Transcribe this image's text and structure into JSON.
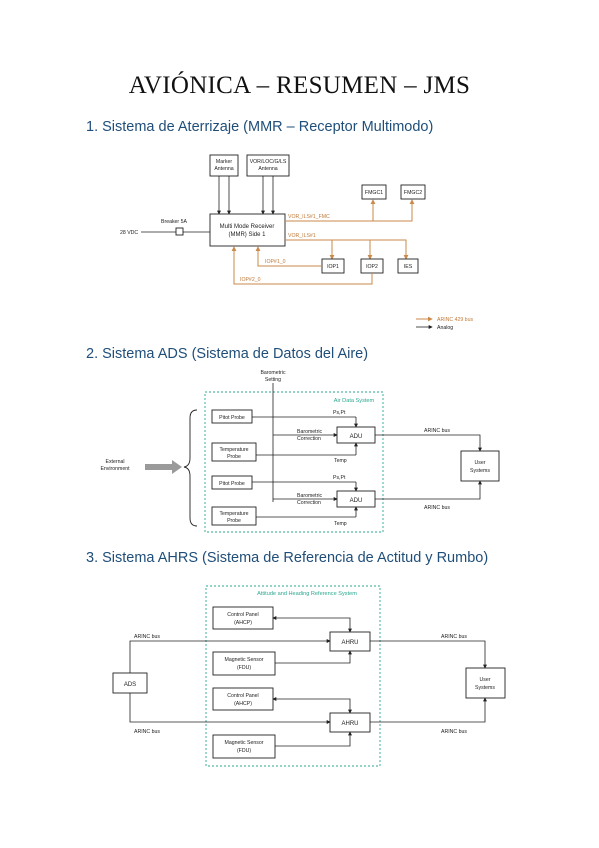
{
  "document": {
    "title": "AVIÓNICA – RESUMEN – JMS"
  },
  "sections": [
    {
      "heading": "1. Sistema de Aterrizaje (MMR – Receptor Multimodo)"
    },
    {
      "heading": "2. Sistema ADS (Sistema de Datos del Aire)"
    },
    {
      "heading": "3. Sistema AHRS (Sistema de Referencia de Actitud y Rumbo)"
    }
  ],
  "mmr": {
    "marker_antenna": [
      "Marker",
      "Antenna"
    ],
    "vor_antenna": [
      "VOR/LOC/G/LS",
      "Antenna"
    ],
    "breaker": "Breaker 5A",
    "power": "28 VDC",
    "mmr_box": [
      "Multi Mode Receiver",
      "(MMR) Side 1"
    ],
    "fmgc1": "FMGC1",
    "fmgc2": "FMGC2",
    "iop1": "IOP1",
    "iop2": "IOP2",
    "ies": "IES",
    "bus_fmc": "VOR_ILS#1_FMC",
    "bus_ils": "VOR_ILS#1",
    "bus_iop_a": "IOP#1_0",
    "bus_iop_b": "IOP#2_0",
    "legend_arinc": "ARINC 429 bus",
    "legend_analog": "Analog"
  },
  "ads": {
    "barometric_setting": [
      "Barometric",
      "Setting"
    ],
    "system_label": "Air Data System",
    "external_env": [
      "External",
      "Environment"
    ],
    "pitot_probe": "Pitot Probe",
    "temp_probe": [
      "Temperature",
      "Probe"
    ],
    "adu": "ADU",
    "user_systems": [
      "User",
      "Systems"
    ],
    "ps_pt": "Ps,Pt",
    "baro_corr": [
      "Barometric",
      "Correction"
    ],
    "temp": "Temp",
    "arinc_bus": "ARINC bus"
  },
  "ahrs": {
    "system_label": "Attitude and Heading Reference System",
    "control_panel": [
      "Control Panel",
      "(AHCP)"
    ],
    "magnetic_sensor": [
      "Magnetic Sensor",
      "(FDU)"
    ],
    "ahru": "AHRU",
    "ads": "ADS",
    "user_systems": [
      "User",
      "Systems"
    ],
    "arinc_bus": "ARINC bus"
  }
}
